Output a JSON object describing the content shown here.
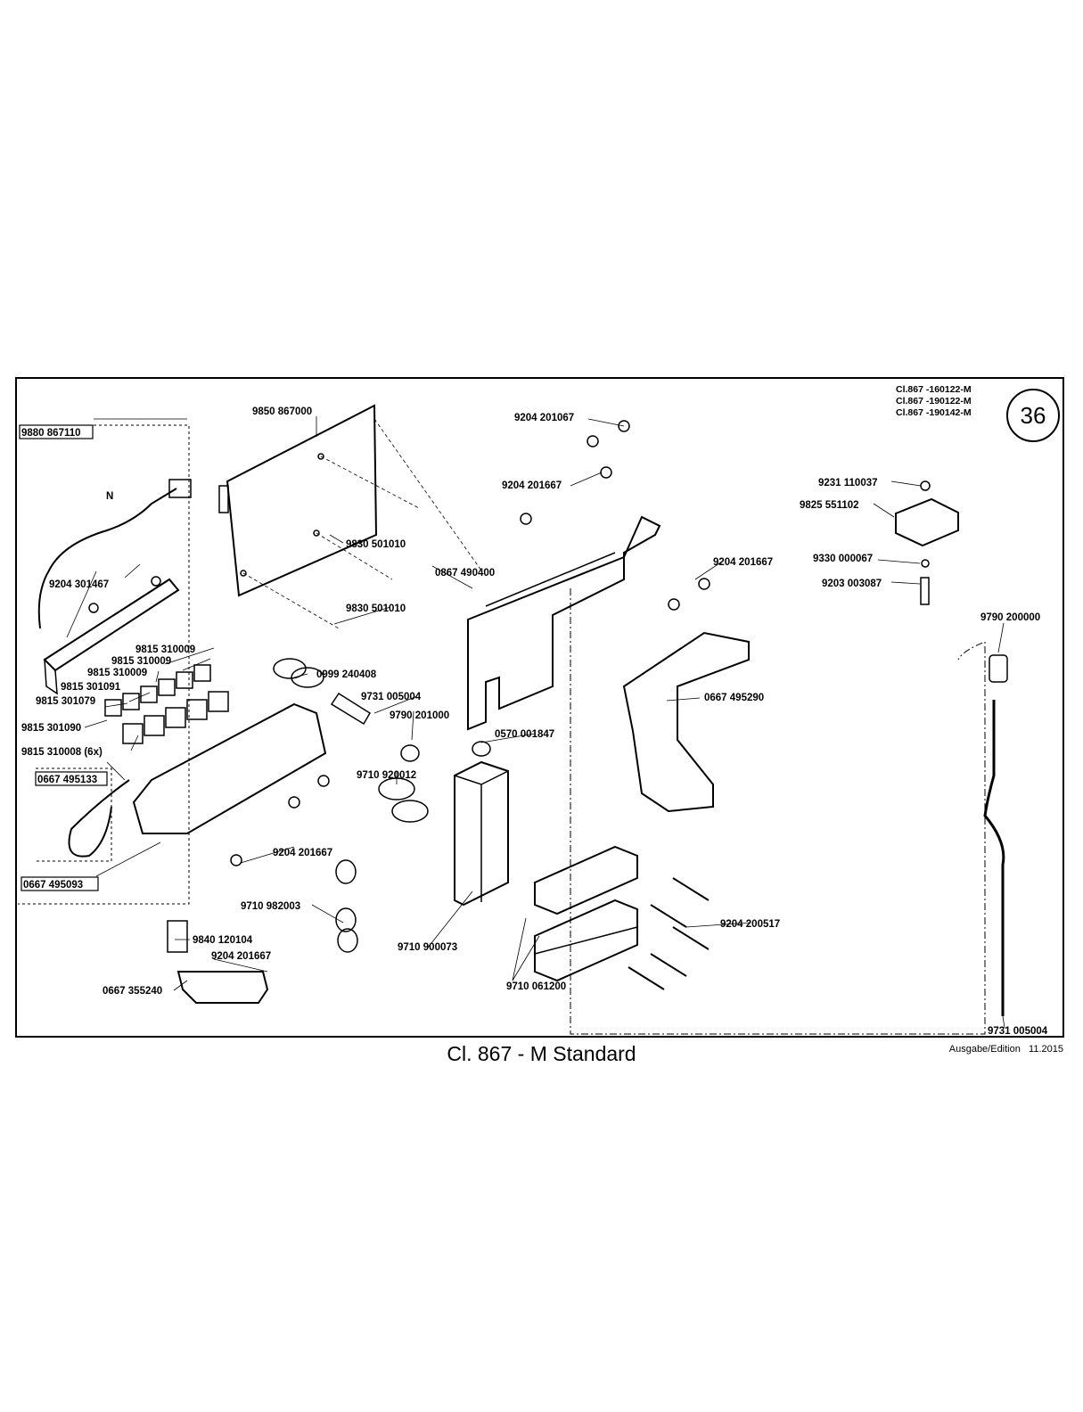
{
  "header": {
    "models": [
      "Cl.867 -160122-M",
      "Cl.867 -190122-M",
      "Cl.867 -190142-M"
    ],
    "page_number": "36"
  },
  "caption": "Cl. 867 - M Standard",
  "edition_label": "Ausgabe/Edition",
  "edition_date": "11.2015",
  "labels": {
    "l01": "9880 867110",
    "l02": "N",
    "l03": "9850 867000",
    "l04": "9204 201067",
    "l05": "9204 201667",
    "l06": "9830 501010",
    "l07": "0867 490400",
    "l08": "9830 501010",
    "l09": "9204 301467",
    "l10": "9815 310009",
    "l11": "9815 310009",
    "l12": "9815 310009",
    "l13": "9815 301091",
    "l14": "9815 301079",
    "l15": "9815 301090",
    "l16": "9815 310008 (6x)",
    "l17": "0999 240408",
    "l18": "9731 005004",
    "l19": "9790 201000",
    "l20": "0570 001847",
    "l21": "9710 920012",
    "l22": "0667 495133",
    "l23": "0667 495093",
    "l24": "9204 201667",
    "l25": "9710 982003",
    "l26": "9840 120104",
    "l27": "9204 201667",
    "l28": "0667 355240",
    "l29": "9710 900073",
    "l30": "9710 061200",
    "l31": "9204 200517",
    "l32": "9204 201667",
    "l33": "0667 495290",
    "l34": "9231 110037",
    "l35": "9825 551102",
    "l36": "9330 000067",
    "l37": "9203 003087",
    "l38": "9790 200000",
    "l39": "9731 005004"
  }
}
